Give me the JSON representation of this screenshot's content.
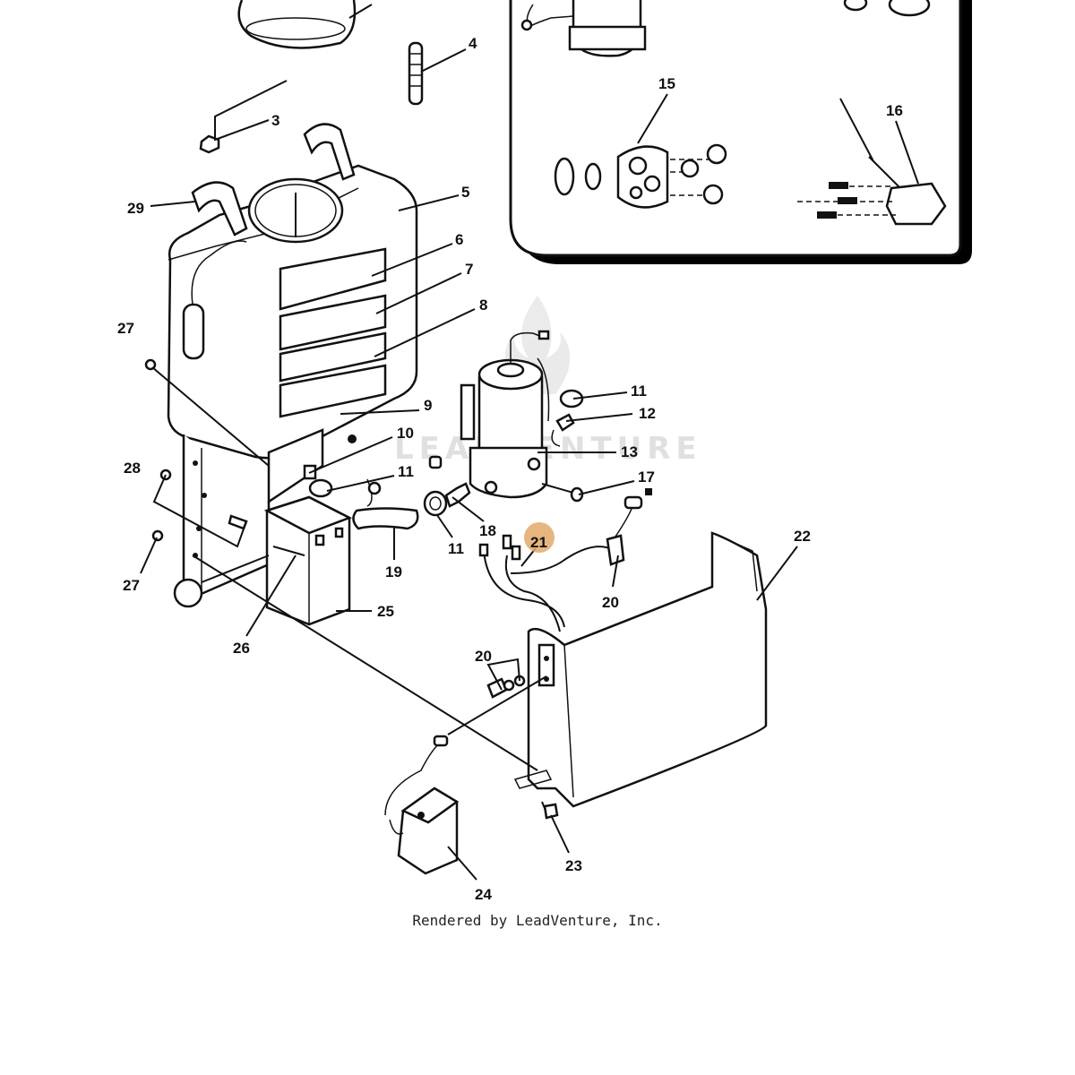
{
  "diagram": {
    "credit": "Rendered by LeadVenture, Inc.",
    "watermark": "LEADVENTURE",
    "highlight_color": "#e3a96a",
    "callouts": [
      {
        "id": "c3",
        "text": "3"
      },
      {
        "id": "c4",
        "text": "4"
      },
      {
        "id": "c5",
        "text": "5"
      },
      {
        "id": "c6",
        "text": "6"
      },
      {
        "id": "c7",
        "text": "7"
      },
      {
        "id": "c8",
        "text": "8"
      },
      {
        "id": "c9",
        "text": "9"
      },
      {
        "id": "c10",
        "text": "10"
      },
      {
        "id": "c11a",
        "text": "11"
      },
      {
        "id": "c11b",
        "text": "11"
      },
      {
        "id": "c11c",
        "text": "11"
      },
      {
        "id": "c12",
        "text": "12"
      },
      {
        "id": "c13",
        "text": "13"
      },
      {
        "id": "c15",
        "text": "15"
      },
      {
        "id": "c16",
        "text": "16"
      },
      {
        "id": "c17",
        "text": "17"
      },
      {
        "id": "c18",
        "text": "18"
      },
      {
        "id": "c19",
        "text": "19"
      },
      {
        "id": "c20a",
        "text": "20"
      },
      {
        "id": "c20b",
        "text": "20"
      },
      {
        "id": "c21",
        "text": "21"
      },
      {
        "id": "c22",
        "text": "22"
      },
      {
        "id": "c23",
        "text": "23"
      },
      {
        "id": "c24",
        "text": "24"
      },
      {
        "id": "c25",
        "text": "25"
      },
      {
        "id": "c26",
        "text": "26"
      },
      {
        "id": "c27a",
        "text": "27"
      },
      {
        "id": "c27b",
        "text": "27"
      },
      {
        "id": "c28",
        "text": "28"
      },
      {
        "id": "c29",
        "text": "29"
      }
    ]
  }
}
